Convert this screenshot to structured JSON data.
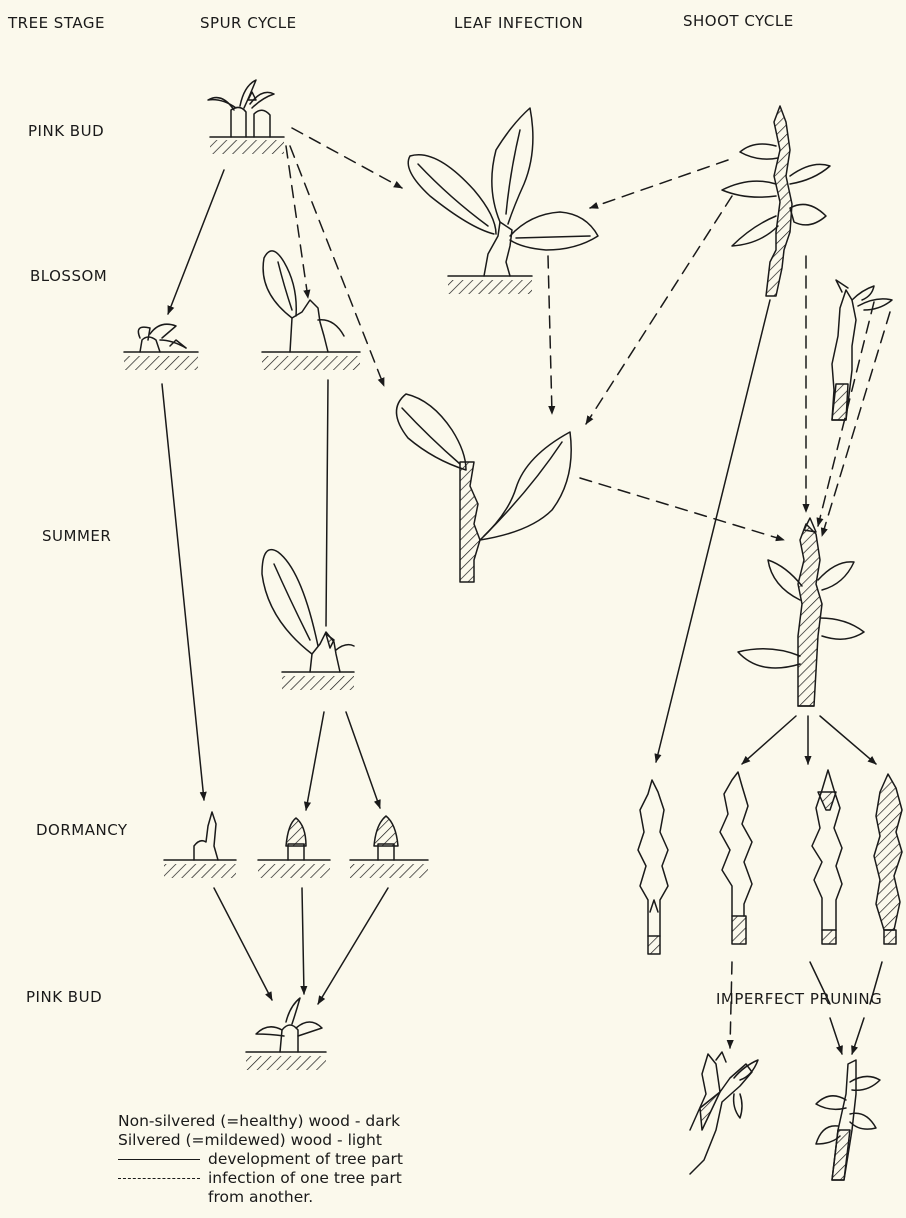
{
  "columns": {
    "tree_stage": "TREE STAGE",
    "spur_cycle": "SPUR CYCLE",
    "leaf_infection": "LEAF INFECTION",
    "shoot_cycle": "SHOOT CYCLE"
  },
  "stages": {
    "pink_bud_1": "PINK BUD",
    "blossom": "BLOSSOM",
    "summer": "SUMMER",
    "dormancy": "DORMANCY",
    "pink_bud_2": "PINK BUD"
  },
  "imperfect_pruning": "IMPERFECT PRUNING",
  "legend": {
    "healthy": "Non-silvered (=healthy) wood - dark",
    "mildewed": "Silvered (=mildewed) wood - light",
    "development": "development of tree part",
    "infection_1": "infection of one tree part",
    "infection_2": "from another."
  }
}
